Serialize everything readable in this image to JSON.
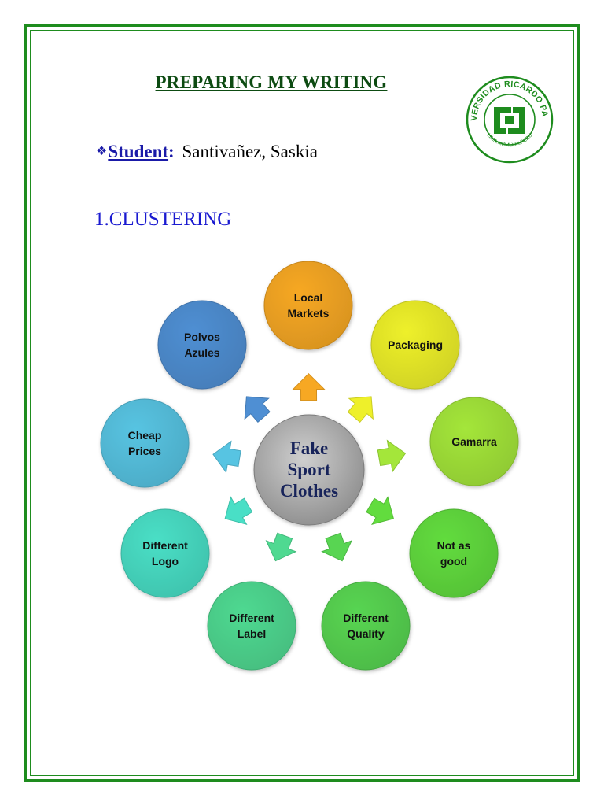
{
  "document": {
    "title": "PREPARING MY WRITING",
    "student_bullet": "❖",
    "student_label": "Student",
    "student_colon": ":",
    "student_name": "Santivañez, Saskia",
    "section_heading": "1.CLUSTERING"
  },
  "seal": {
    "ring_text": "UNIVERSIDAD RICARDO PALMA",
    "bottom_text": "LIMA.MCMLXIX.PERU",
    "color": "#1e8c1e"
  },
  "diagram": {
    "center": {
      "lines": [
        "Fake",
        "Sport",
        "Clothes"
      ]
    },
    "nodes": [
      {
        "lines": [
          "Local",
          "Markets"
        ],
        "color": "#f7a823"
      },
      {
        "lines": [
          "Packaging"
        ],
        "color": "#eef02a"
      },
      {
        "lines": [
          "Gamarra"
        ],
        "color": "#a4e63a"
      },
      {
        "lines": [
          "Not as",
          "good"
        ],
        "color": "#62dc3e"
      },
      {
        "lines": [
          "Different",
          "Quality"
        ],
        "color": "#58d552"
      },
      {
        "lines": [
          "Different",
          "Label"
        ],
        "color": "#4fd991"
      },
      {
        "lines": [
          "Different",
          "Logo"
        ],
        "color": "#49dfc6"
      },
      {
        "lines": [
          "Cheap",
          "Prices"
        ],
        "color": "#57c4e2"
      },
      {
        "lines": [
          "Polvos",
          "Azules"
        ],
        "color": "#4f8fd3"
      }
    ]
  }
}
